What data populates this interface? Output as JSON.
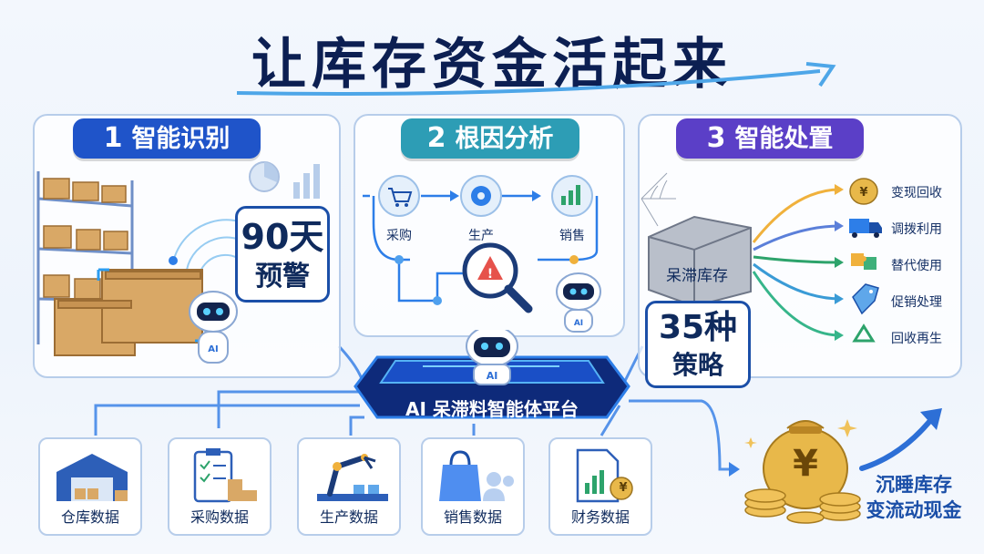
{
  "title": "让库存资金活起来",
  "steps": [
    {
      "number": "1",
      "label": "智能识别",
      "color": "#1f54c9"
    },
    {
      "number": "2",
      "label": "根因分析",
      "color": "#2d9db5"
    },
    {
      "number": "3",
      "label": "智能处置",
      "color": "#5b3fc7"
    }
  ],
  "warning": {
    "value": "90天",
    "label": "预警"
  },
  "flow_nodes": [
    "采购",
    "生产",
    "销售"
  ],
  "robot_badge": "AI",
  "stale_box_label": "呆滞库存",
  "strategy_count": {
    "value": "35种",
    "label": "策略"
  },
  "strategies": [
    "变现回收",
    "调拨利用",
    "替代使用",
    "促销处理",
    "回收再生"
  ],
  "platform_label": "AI 呆滞料智能体平台",
  "data_sources": [
    "仓库数据",
    "采购数据",
    "生产数据",
    "销售数据",
    "财务数据"
  ],
  "money_symbol": "¥",
  "outcome": [
    "沉睡库存",
    "变流动现金"
  ],
  "colors": {
    "navy": "#0c1f52",
    "blue": "#1f54c9",
    "teal": "#2d9db5",
    "purple": "#5b3fc7",
    "gold": "#e0a526"
  }
}
